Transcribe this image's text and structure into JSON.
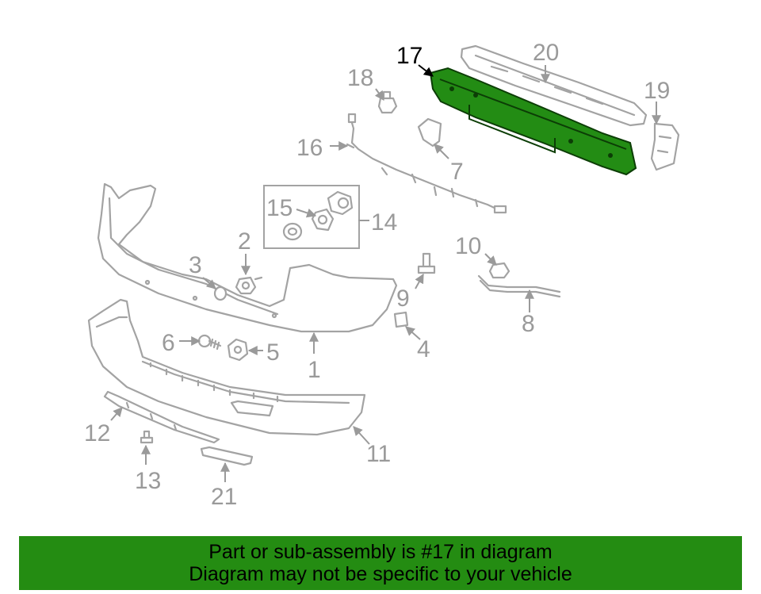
{
  "diagram": {
    "highlight_color": "#238c14",
    "part_color": "#a3a3a3",
    "callouts": [
      "1",
      "2",
      "3",
      "4",
      "5",
      "6",
      "7",
      "8",
      "9",
      "10",
      "11",
      "12",
      "13",
      "14",
      "15",
      "16",
      "17",
      "18",
      "19",
      "20",
      "21"
    ]
  },
  "banner": {
    "background": "#248c12",
    "line1": "Part or sub-assembly is #17 in diagram",
    "line2": "Diagram may not be specific to your vehicle"
  }
}
